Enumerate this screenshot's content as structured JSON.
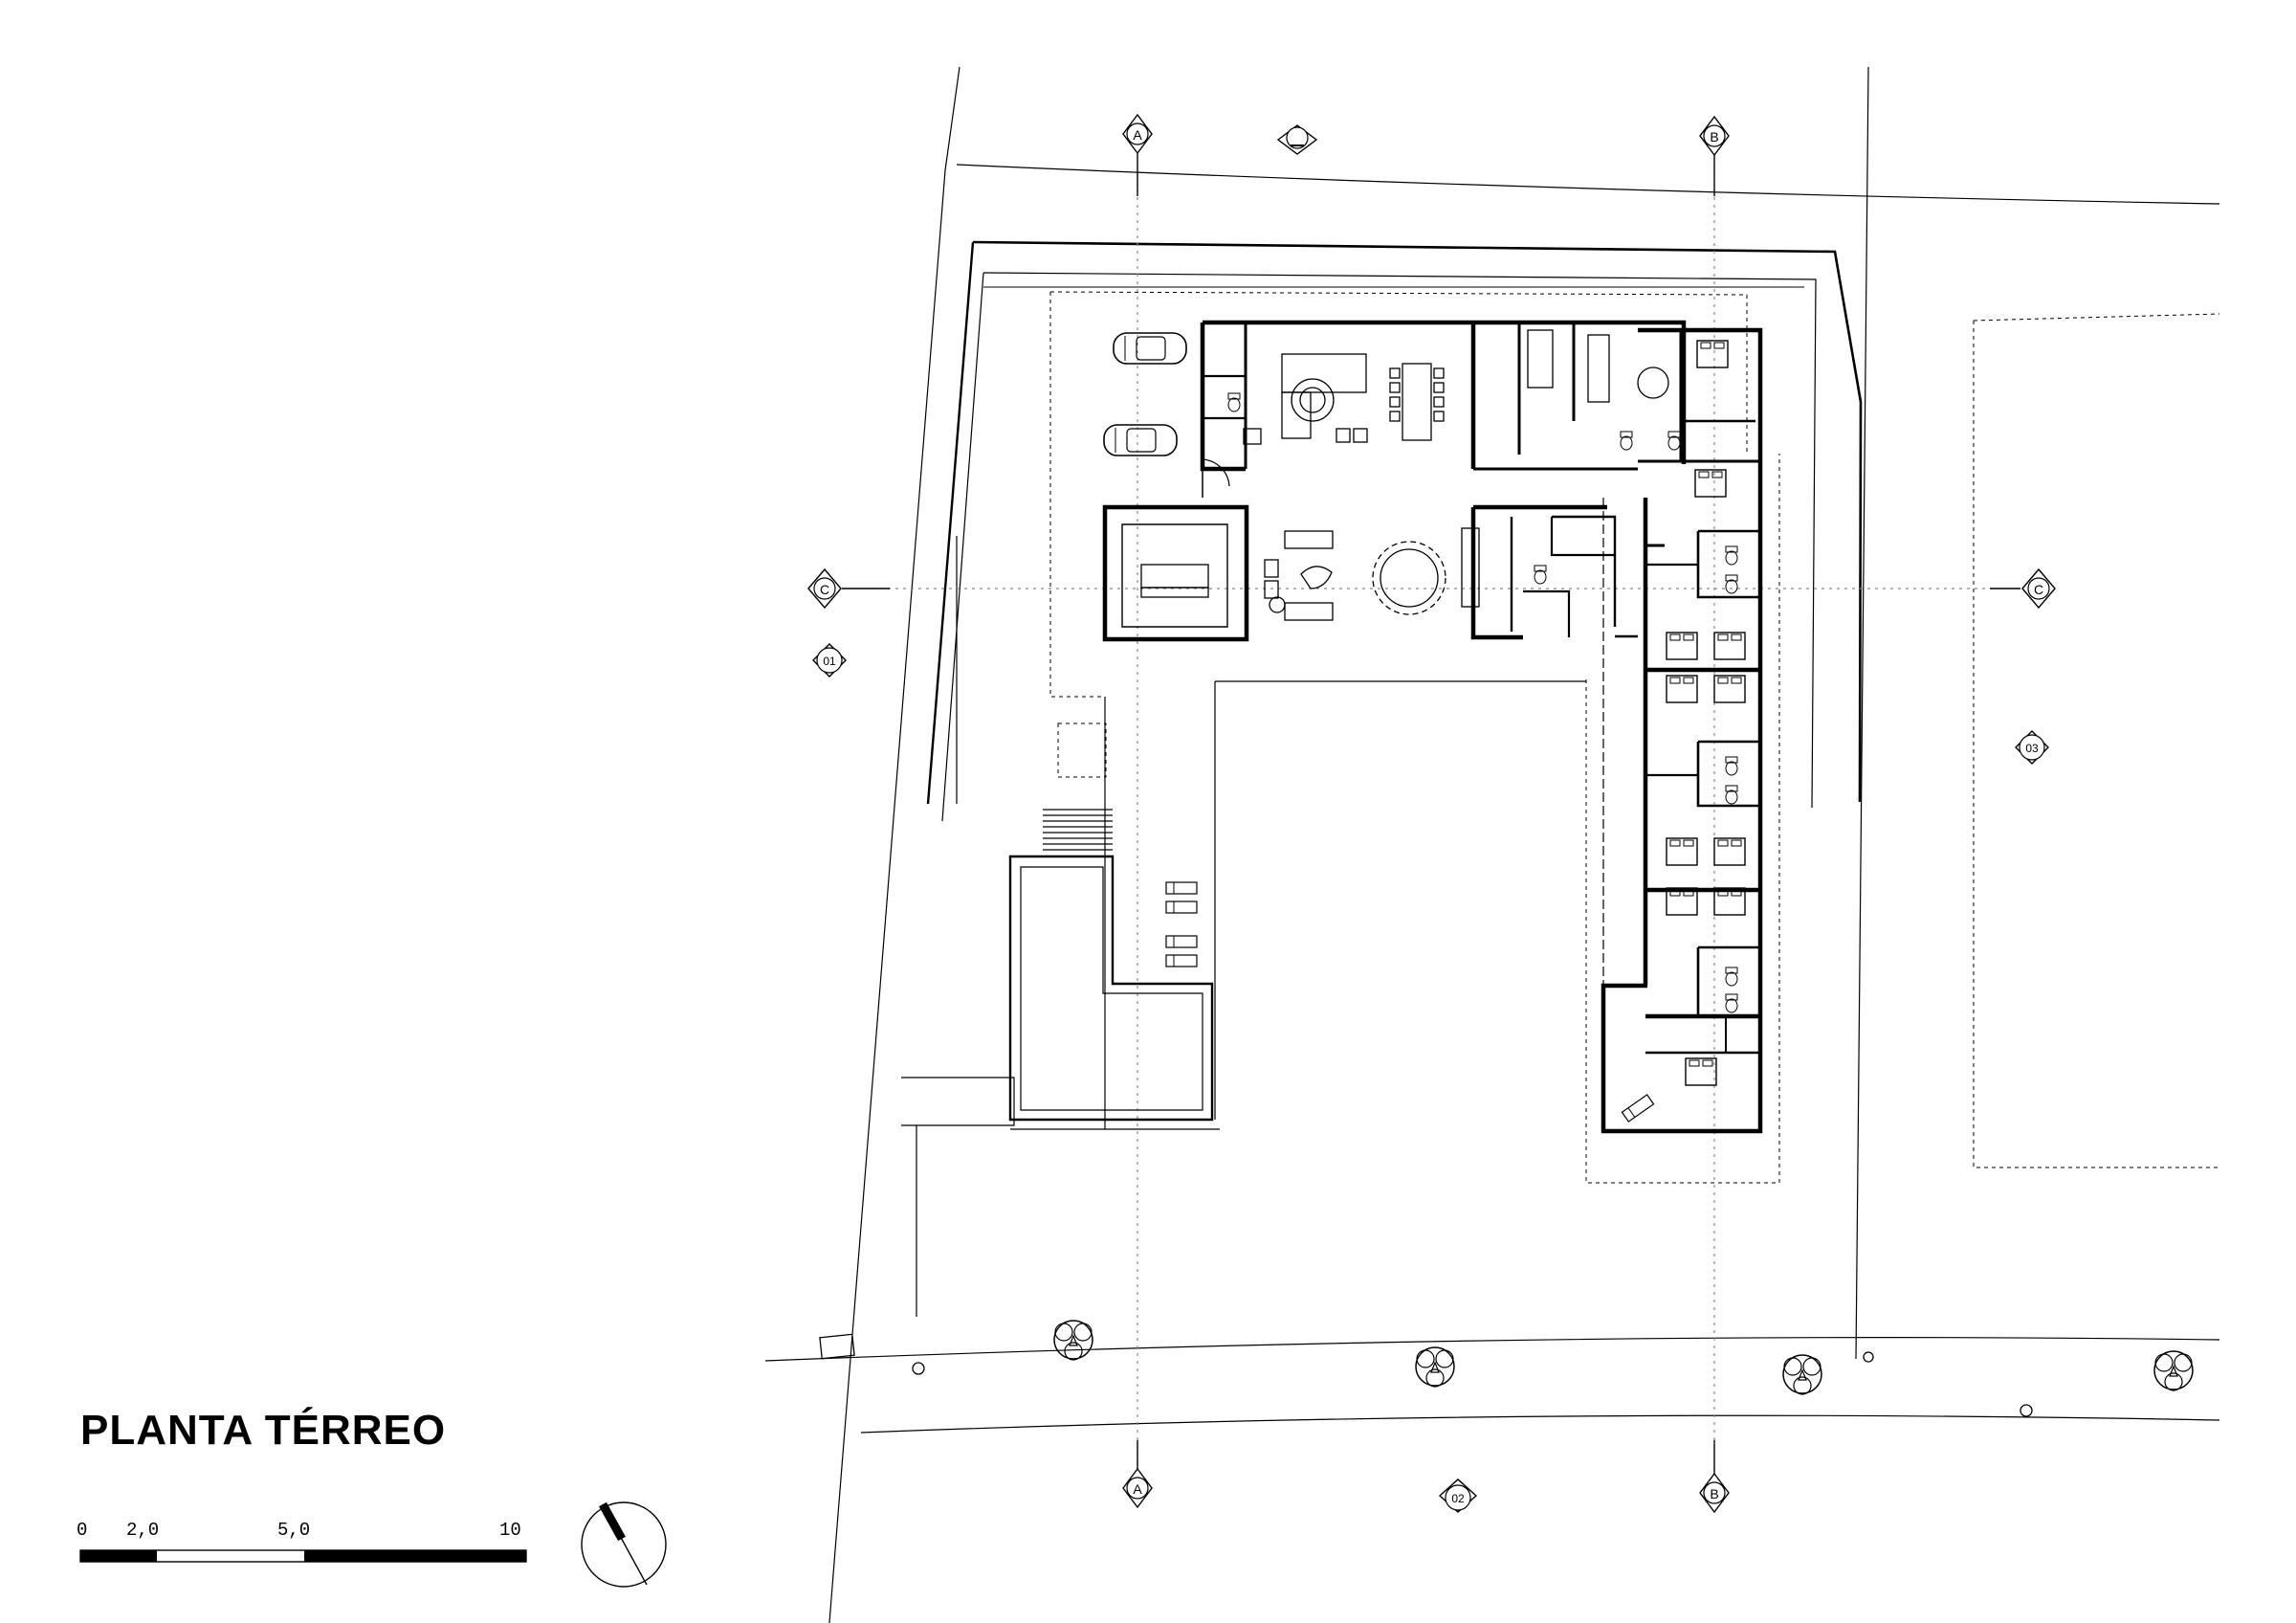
{
  "title": "PLANTA TÉRREO",
  "scale_bar": {
    "ticks": [
      "0",
      "2,0",
      "5,0",
      "10"
    ]
  },
  "markers": {
    "section_a": "A",
    "section_b": "B",
    "section_c": "C",
    "elevation_01": "01",
    "elevation_02": "02",
    "elevation_03": "03"
  },
  "colors": {
    "line": "#000000",
    "background": "#ffffff",
    "grid": "#888888"
  },
  "icons": [
    "north-arrow-icon",
    "tree-icon",
    "car-icon"
  ]
}
